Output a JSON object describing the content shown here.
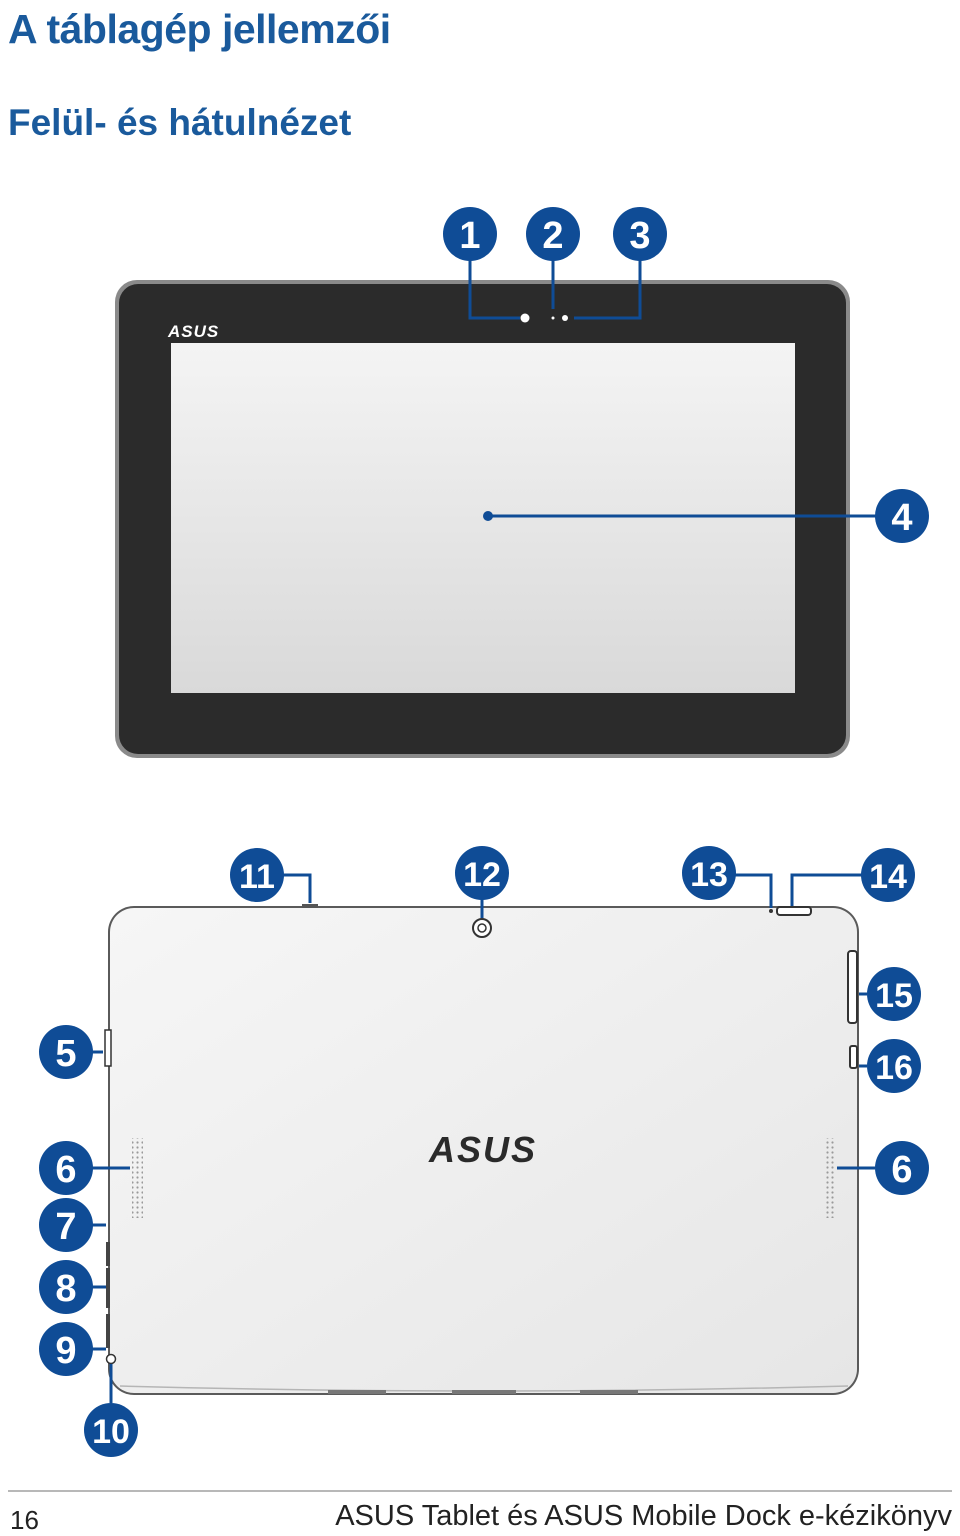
{
  "header": {
    "title": "A táblagép jellemzői",
    "subtitle": "Felül- és hátulnézet"
  },
  "logo_text": "ASUS",
  "callouts": [
    "1",
    "2",
    "3",
    "4",
    "5",
    "6",
    "7",
    "8",
    "9",
    "10",
    "11",
    "12",
    "13",
    "14",
    "15",
    "16"
  ],
  "colors": {
    "accent": "#1a5a9c",
    "callout": "#0f4c96",
    "bezel": "#2b2b2b",
    "screen": "#e6e6e6",
    "back_panel": "#efefef"
  },
  "footer": {
    "page_number": "16",
    "document_title": "ASUS Tablet és ASUS Mobile Dock e-kézikönyv"
  }
}
